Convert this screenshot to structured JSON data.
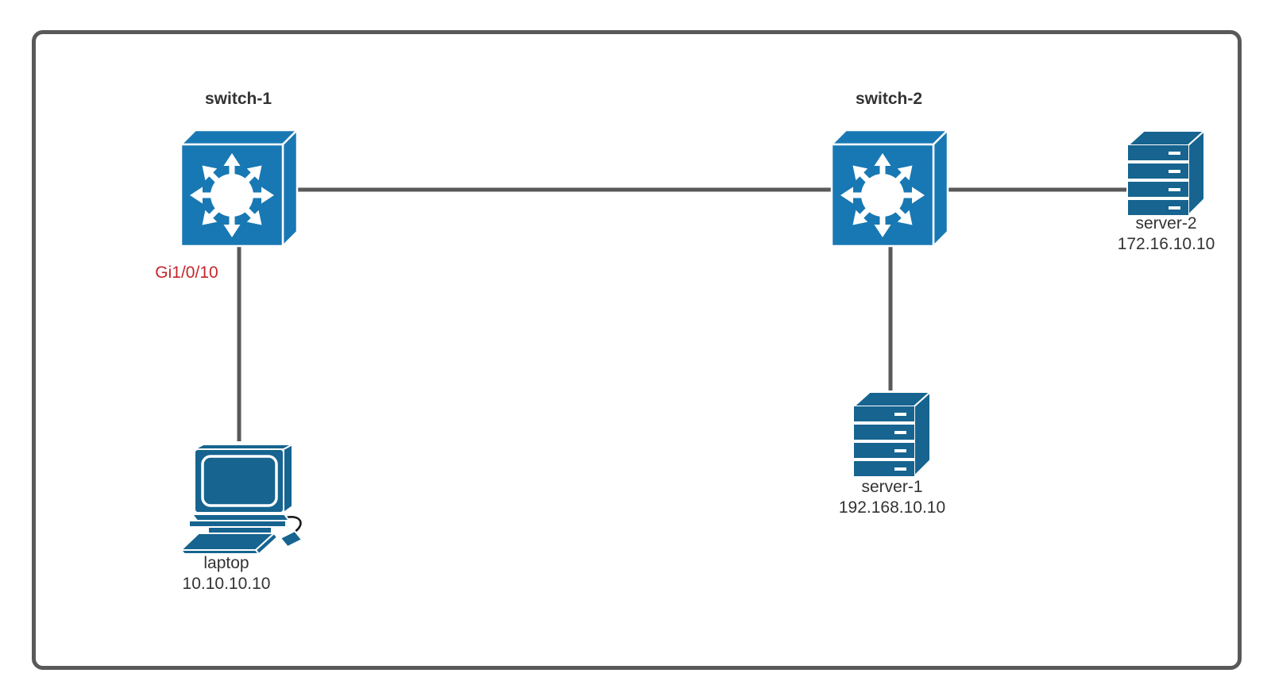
{
  "diagram": {
    "background": "#ffffff",
    "border_color": "#595959",
    "line_color": "#595959",
    "text_color": "#333333",
    "switch_color": "#1878b4",
    "device_color": "#16648f",
    "port_label": {
      "text": "Gi1/0/10",
      "color": "#c5262c"
    },
    "nodes": {
      "switch1": {
        "label": "switch-1",
        "type": "switch"
      },
      "switch2": {
        "label": "switch-2",
        "type": "switch"
      },
      "server2": {
        "label": "server-2",
        "ip": "172.16.10.10",
        "type": "server"
      },
      "server1": {
        "label": "server-1",
        "ip": "192.168.10.10",
        "type": "server"
      },
      "laptop": {
        "label": "laptop",
        "ip": "10.10.10.10",
        "type": "workstation"
      }
    },
    "edges": [
      {
        "from": "switch-1",
        "to": "switch-2"
      },
      {
        "from": "switch-2",
        "to": "server-2"
      },
      {
        "from": "switch-1",
        "to": "laptop",
        "port": "Gi1/0/10"
      },
      {
        "from": "switch-2",
        "to": "server-1"
      }
    ]
  }
}
